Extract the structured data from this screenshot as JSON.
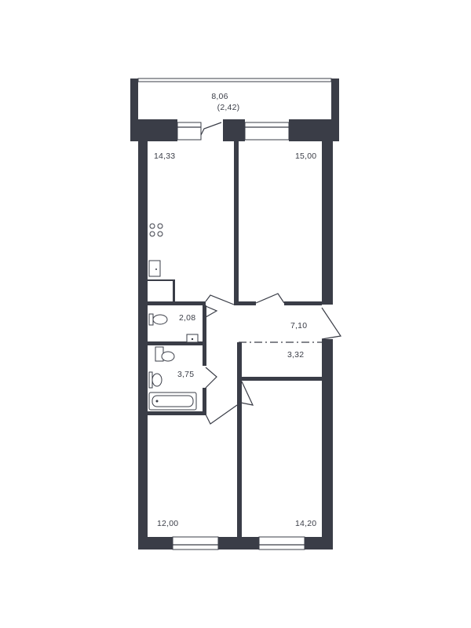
{
  "plan": {
    "wall_color": "#3a3d47",
    "rooms": [
      {
        "id": "balcony",
        "area": "8,06",
        "note": "(2,42)"
      },
      {
        "id": "kitchen-living",
        "area": "14,33"
      },
      {
        "id": "bedroom-top-right",
        "area": "15,00"
      },
      {
        "id": "toilet",
        "area": "2,08"
      },
      {
        "id": "hallway",
        "area": "7,10"
      },
      {
        "id": "storage",
        "area": "3,32"
      },
      {
        "id": "bathroom",
        "area": "3,75"
      },
      {
        "id": "bedroom-bottom-left",
        "area": "12,00"
      },
      {
        "id": "bedroom-bottom-right",
        "area": "14,20"
      }
    ]
  }
}
